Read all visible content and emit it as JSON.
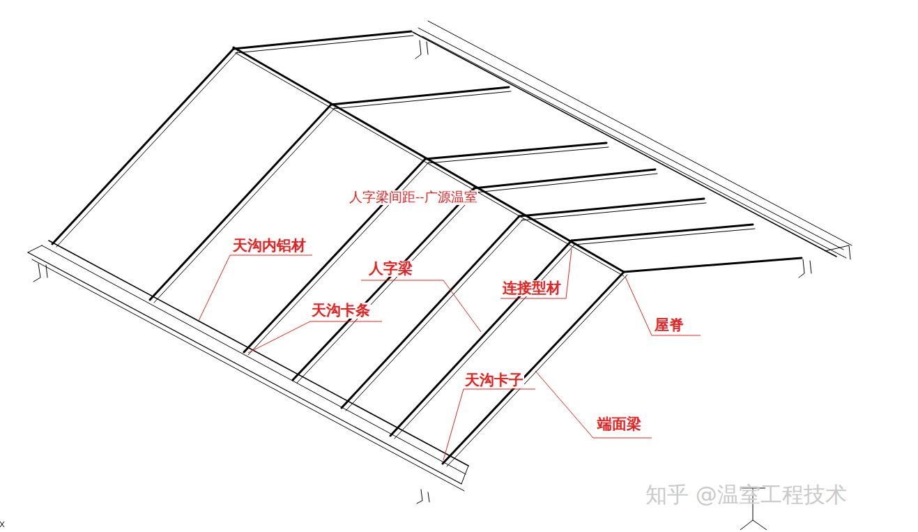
{
  "diagram": {
    "labels": [
      "人字梁间距--广源温室",
      "天沟内铝材",
      "人字梁",
      "天沟卡条",
      "连接型材",
      "屋脊",
      "天沟卡子",
      "端面梁",
      "知乎 @温室工程技术"
    ]
  }
}
